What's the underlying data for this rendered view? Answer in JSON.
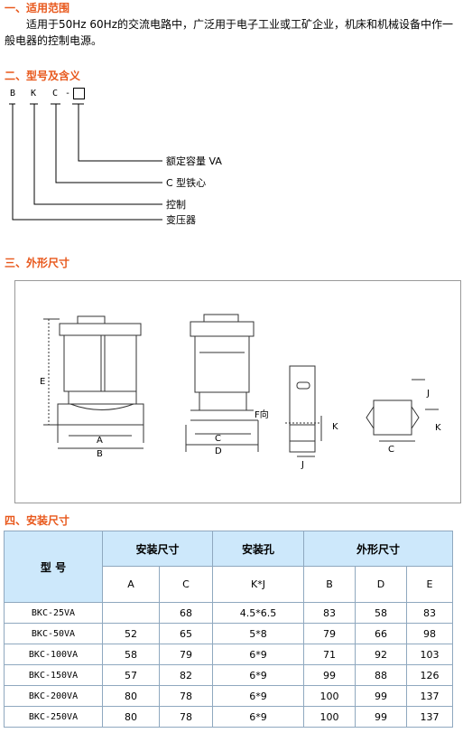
{
  "sections": {
    "s1": {
      "title": "一、适用范围",
      "text": "适用于50Hz 60Hz的交流电路中，广泛用于电子工业或工矿企业，机床和机械设备中作一般电器的控制电源。"
    },
    "s2": {
      "title": "二、型号及含义"
    },
    "s3": {
      "title": "三、外形尺寸"
    },
    "s4": {
      "title": "四、安装尺寸"
    }
  },
  "model_code": {
    "letters": [
      "B",
      "K",
      "C",
      "-"
    ],
    "meanings": [
      "额定容量 VA",
      "C 型铁心",
      "控制",
      "变压器"
    ]
  },
  "figure": {
    "labels": {
      "E": "E",
      "A": "A",
      "B": "B",
      "C": "C",
      "D": "D",
      "F": "F向",
      "K": "K",
      "J": "J",
      "C2": "C",
      "J2": "J",
      "K2": "K"
    }
  },
  "table": {
    "model_header": "型 号",
    "groups": [
      "安装尺寸",
      "安装孔",
      "外形尺寸"
    ],
    "sub_headers": [
      "A",
      "C",
      "K*J",
      "B",
      "D",
      "E"
    ],
    "rows": [
      {
        "model": "BKC-25VA",
        "A": "",
        "C": "68",
        "KJ": "4.5*6.5",
        "B": "83",
        "D": "58",
        "E": "83"
      },
      {
        "model": "BKC-50VA",
        "A": "52",
        "C": "65",
        "KJ": "5*8",
        "B": "79",
        "D": "66",
        "E": "98"
      },
      {
        "model": "BKC-100VA",
        "A": "58",
        "C": "79",
        "KJ": "6*9",
        "B": "71",
        "D": "92",
        "E": "103"
      },
      {
        "model": "BKC-150VA",
        "A": "57",
        "C": "82",
        "KJ": "6*9",
        "B": "99",
        "D": "88",
        "E": "126"
      },
      {
        "model": "BKC-200VA",
        "A": "80",
        "C": "78",
        "KJ": "6*9",
        "B": "100",
        "D": "99",
        "E": "137"
      },
      {
        "model": "BKC-250VA",
        "A": "80",
        "C": "78",
        "KJ": "6*9",
        "B": "100",
        "D": "99",
        "E": "137"
      }
    ]
  },
  "colors": {
    "heading": "#e8581c",
    "table_header_bg": "#cde8fb",
    "table_border": "#8fa8bf",
    "figure_border": "#999999"
  }
}
